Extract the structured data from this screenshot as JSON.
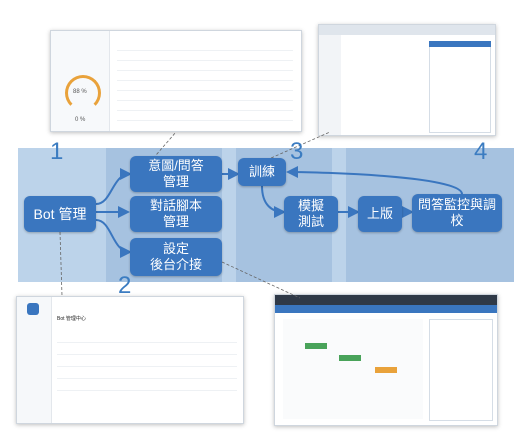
{
  "steps": {
    "s1": "1",
    "s2": "2",
    "s3": "3",
    "s4": "4"
  },
  "nodes": {
    "bot": "Bot 管理",
    "intent": "意圖/問答\n管理",
    "dialog": "對話腳本\n管理",
    "settings": "設定\n後台介接",
    "train": "訓練",
    "simulate": "模擬\n測試",
    "publish": "上版",
    "monitor": "問答監控與調\n校"
  },
  "screens": {
    "top_left": {
      "percent_1": "88 %",
      "percent_2": "0 %"
    },
    "bottom_left": {
      "title": "Bot 管理中心"
    }
  },
  "colors": {
    "accent": "#3a76bf",
    "band": "#bcd3ea",
    "band_dark": "#a6c2e0",
    "step": "#3b7cc1"
  }
}
